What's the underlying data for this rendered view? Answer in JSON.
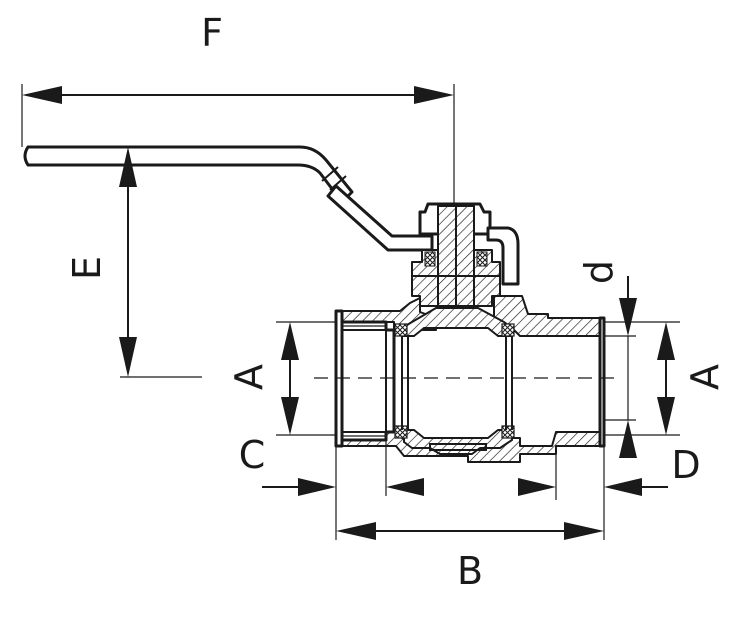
{
  "labels": {
    "f": "F",
    "e": "E",
    "a_left": "A",
    "a_right": "A",
    "c": "C",
    "d_small": "d",
    "d_big": "D",
    "b": "B"
  }
}
